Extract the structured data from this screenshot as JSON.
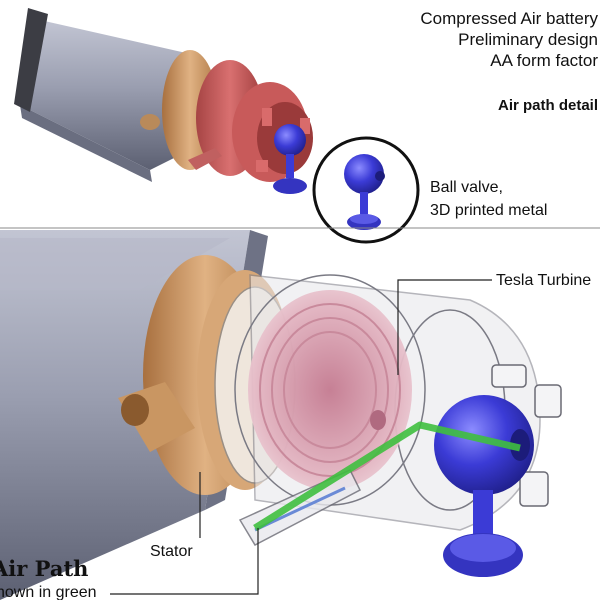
{
  "header": {
    "title_line1": "Compressed Air battery",
    "title_line2": "Preliminary design",
    "title_line3": "AA form factor",
    "subtitle": "Air path detail"
  },
  "callouts": {
    "ball_valve_line1": "Ball valve,",
    "ball_valve_line2": "3D printed metal",
    "tesla_turbine": "Tesla Turbine",
    "stator": "Stator",
    "air_path_title": "Air Path",
    "air_path_note": "shown in green"
  },
  "colors": {
    "body_gray": "#8d91a3",
    "end_cap": "#3c3d44",
    "copper": "#c99662",
    "red_housing": "#c85a5a",
    "valve_blue": "#3b3bd6",
    "air_path_green": "#3fbf3f",
    "turbine_pink": "#d8a0b0"
  }
}
